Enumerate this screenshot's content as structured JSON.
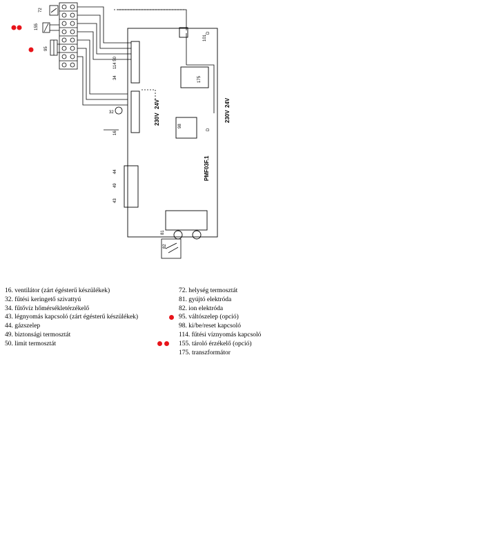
{
  "diagram": {
    "board_name": "PMF03F.1",
    "voltage_230": "230V",
    "voltage_24": "24V",
    "component_labels": [
      "72",
      "155",
      "95",
      "114 50",
      "34",
      "32",
      "98",
      "175",
      "101",
      "16",
      "44",
      "49",
      "43",
      "81",
      "82",
      "D"
    ],
    "highlight_color": "#e8141a"
  },
  "legend": {
    "left": [
      "16. ventilátor (zárt égésterű készülékek)",
      "32. fűtési keringető szivattyú",
      "34. fűtővíz hőmérsékletérzékelő",
      "43. légnyomás kapcsoló (zárt égésterű készülékek)",
      "44. gázszelep",
      "49. biztonsági termosztát",
      "50. limit termosztát"
    ],
    "right": [
      "72. helység termosztát",
      "81. gyújtó elektróda",
      "82. ion elektróda",
      "95. váltószelep (opció)",
      "98. ki/be/reset kapcsoló",
      "114. fűtési víznyomás kapcsoló",
      "155. tároló érzékelő (opció)",
      "175. transzformátor"
    ]
  }
}
